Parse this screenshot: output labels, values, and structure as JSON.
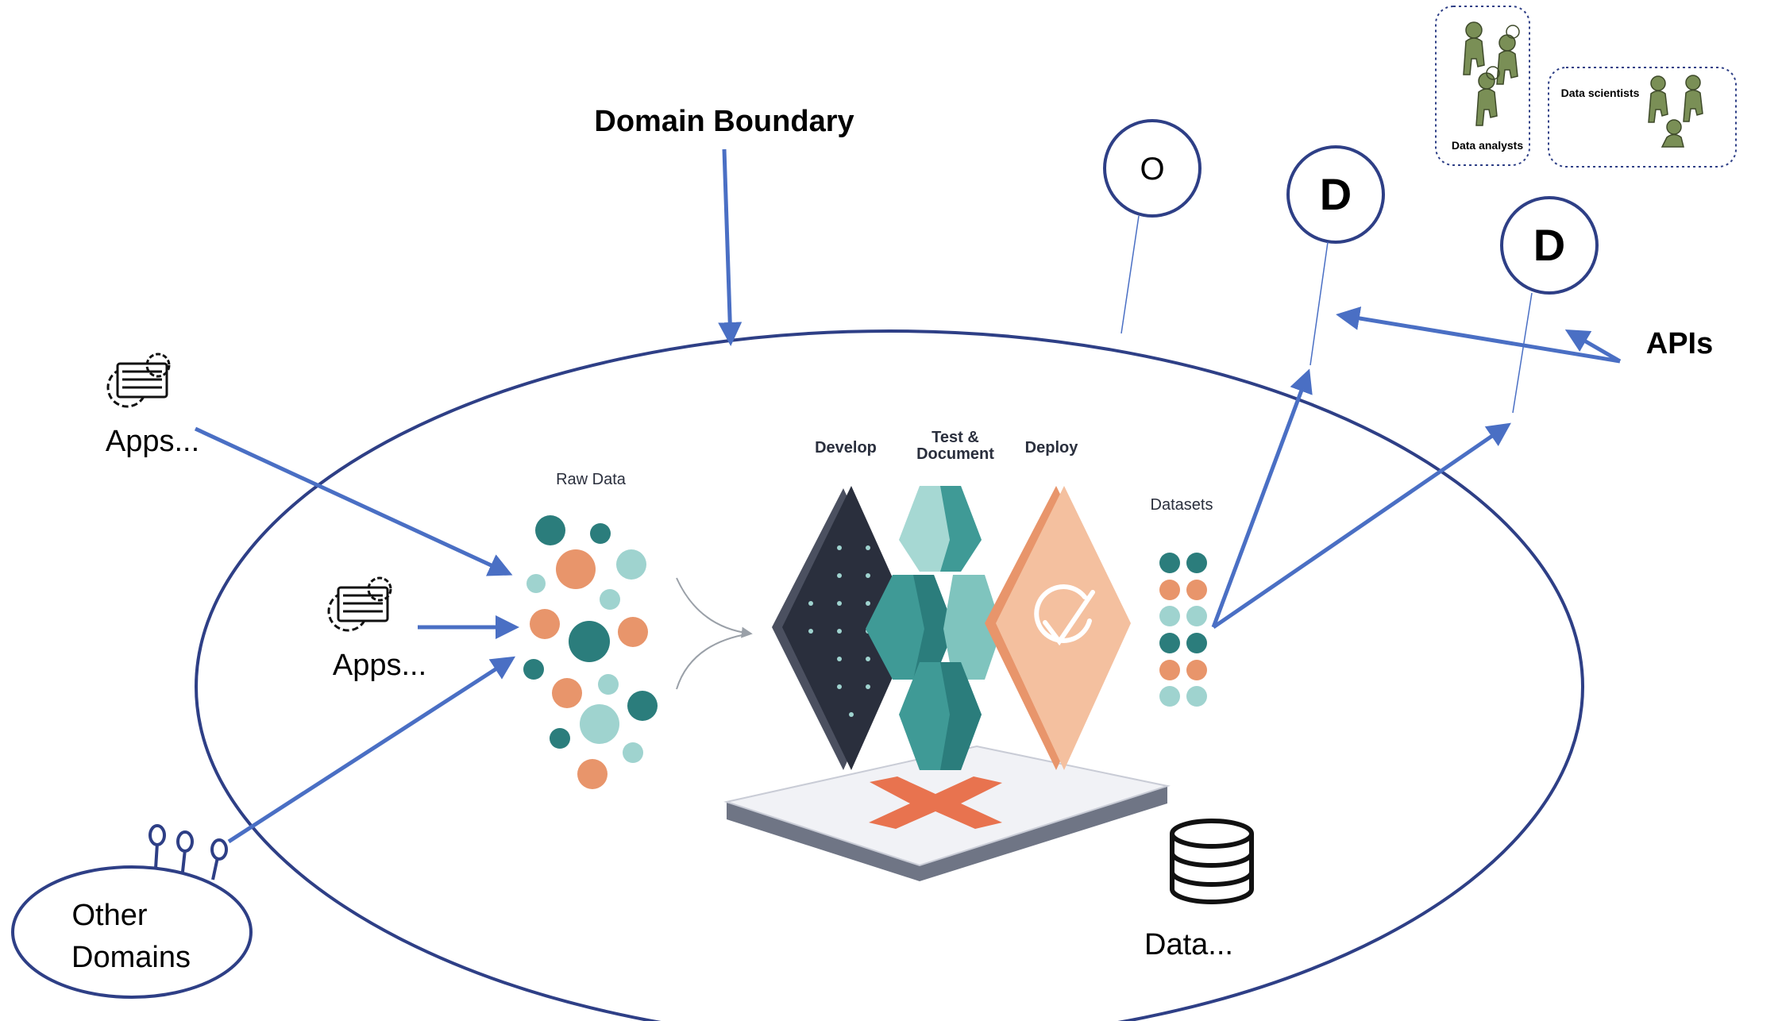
{
  "diagram": {
    "domain_boundary_label": "Domain Boundary",
    "apis_label": "APIs",
    "raw_data_label": "Raw Data",
    "develop_label": "Develop",
    "test_label_line1": "Test &",
    "test_label_line2": "Document",
    "deploy_label": "Deploy",
    "datasets_label": "Datasets",
    "apps_label_1": "Apps...",
    "apps_label_2": "Apps...",
    "other_domains_line1": "Other",
    "other_domains_line2": "Domains",
    "data_store_label": "Data...",
    "output_port_letter": "O",
    "data_product_letter_1": "D",
    "data_product_letter_2": "D",
    "data_analysts_label": "Data analysts",
    "data_scientists_label": "Data scientists"
  },
  "colors": {
    "arrow": "#4a6fc4",
    "ellipse": "#2e3f86",
    "teal_dark": "#2b7d7c",
    "teal_light": "#9fd3cf",
    "orange": "#e8956b",
    "orange_light": "#f4c09f",
    "navy_block": "#2a2f3d",
    "red_x": "#e8734f",
    "figure_green": "#7a8f56"
  }
}
